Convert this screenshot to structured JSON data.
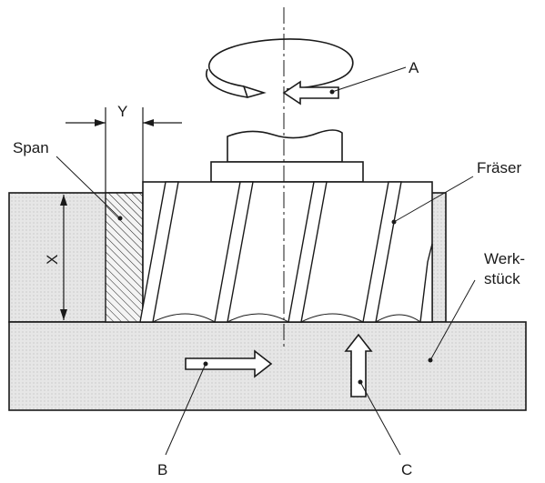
{
  "labels": {
    "a": "A",
    "b": "B",
    "c": "C",
    "x": "X",
    "y": "Y",
    "span": "Span",
    "fraeser": "Fräser",
    "werk": "Werk-",
    "stueck": "stück"
  },
  "colors": {
    "line": "#1a1a1a",
    "workpiece_fill": "#e6e6e6",
    "cutter_fill": "#ffffff",
    "background": "#ffffff"
  },
  "icons": {
    "rotation": "circular-arrow-icon",
    "feed": "right-arrow-icon",
    "infeed": "up-arrow-icon"
  }
}
